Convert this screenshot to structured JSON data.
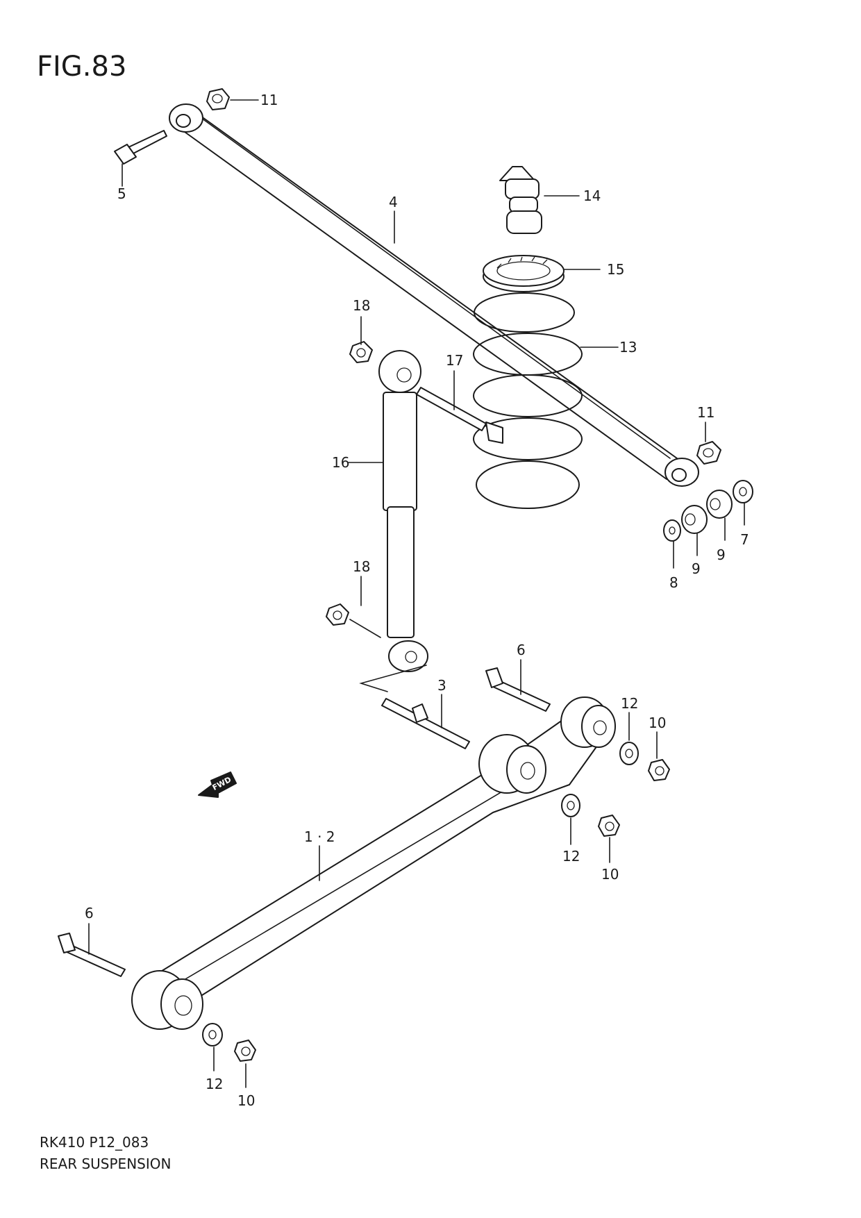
{
  "figure": {
    "title": "FIG.83",
    "code": "RK410 P12_083",
    "name": "REAR SUSPENSION",
    "fwd_label": "FWD"
  },
  "callouts": {
    "c1_2": "1 · 2",
    "c3": "3",
    "c4": "4",
    "c5": "5",
    "c6a": "6",
    "c6b": "6",
    "c7": "7",
    "c8": "8",
    "c9a": "9",
    "c9b": "9",
    "c10a": "10",
    "c10b": "10",
    "c10c": "10",
    "c11a": "11",
    "c11b": "11",
    "c12a": "12",
    "c12b": "12",
    "c12c": "12",
    "c13": "13",
    "c14": "14",
    "c15": "15",
    "c16": "16",
    "c17": "17",
    "c18a": "18",
    "c18b": "18"
  }
}
